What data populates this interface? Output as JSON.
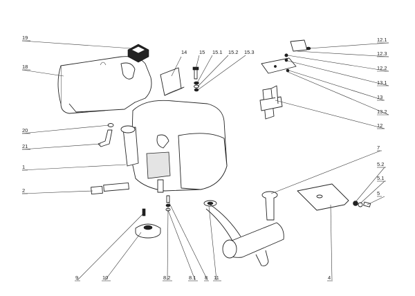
{
  "labels": {
    "l19": "19",
    "l18": "18",
    "l14": "14",
    "l15": "15",
    "l15_1": "15.1",
    "l15_2": "15.2",
    "l15_3": "15.3",
    "l12_1": "12.1",
    "l12_3": "12.3",
    "l12_2": "12.2",
    "l13_1": "13.1",
    "l13": "13",
    "l13_2": "13.2",
    "l12": "12",
    "l20": "20",
    "l21": "21",
    "l1": "1",
    "l2": "2",
    "l7": "7",
    "l5_2": "5.2",
    "l5_1": "5.1",
    "l5": "5",
    "l9": "9",
    "l10": "10",
    "l8_2": "8.2",
    "l8_1": "8.1",
    "l8": "8",
    "l11": "11",
    "l4": "4"
  }
}
